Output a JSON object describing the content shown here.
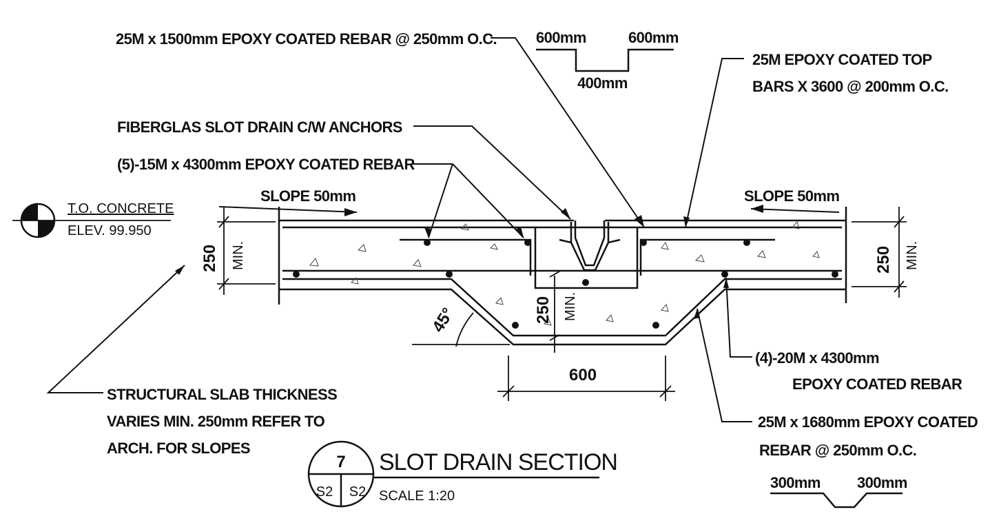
{
  "labels": {
    "top_rebar": "25M x 1500mm EPOXY COATED REBAR @ 250mm O.C.",
    "bend_left": "600mm",
    "bend_right": "600mm",
    "bend_mid": "400mm",
    "top_bars_line1": "25M EPOXY COATED TOP",
    "top_bars_line2": "BARS X 3600 @ 200mm O.C.",
    "slot_drain": "FIBERGLAS SLOT DRAIN C/W ANCHORS",
    "rebar_15m": "(5)-15M x 4300mm EPOXY COATED REBAR",
    "slope_left": "SLOPE 50mm",
    "slope_right": "SLOPE 50mm",
    "to_concrete": "T.O. CONCRETE",
    "elev": "ELEV. 99.950",
    "dim_250_left": "250",
    "min_left": "MIN.",
    "dim_250_center": "250",
    "min_center": "MIN.",
    "dim_250_right": "250",
    "min_right": "MIN.",
    "angle": "45°",
    "dim_600": "600",
    "rebar_20m_line1": "(4)-20M x 4300mm",
    "rebar_20m_line2": "EPOXY COATED REBAR",
    "struct_line1": "STRUCTURAL SLAB THICKNESS",
    "struct_line2": "VARIES MIN. 250mm REFER TO",
    "struct_line3": "ARCH. FOR SLOPES",
    "bottom_rebar_line1": "25M x 1680mm EPOXY COATED",
    "bottom_rebar_line2": "REBAR @ 250mm O.C.",
    "bend2_left": "300mm",
    "bend2_right": "300mm"
  },
  "title_block": {
    "detail_number": "7",
    "sheet_left": "S2",
    "sheet_right": "S2",
    "title": "SLOT DRAIN SECTION",
    "scale": "SCALE 1:20"
  }
}
